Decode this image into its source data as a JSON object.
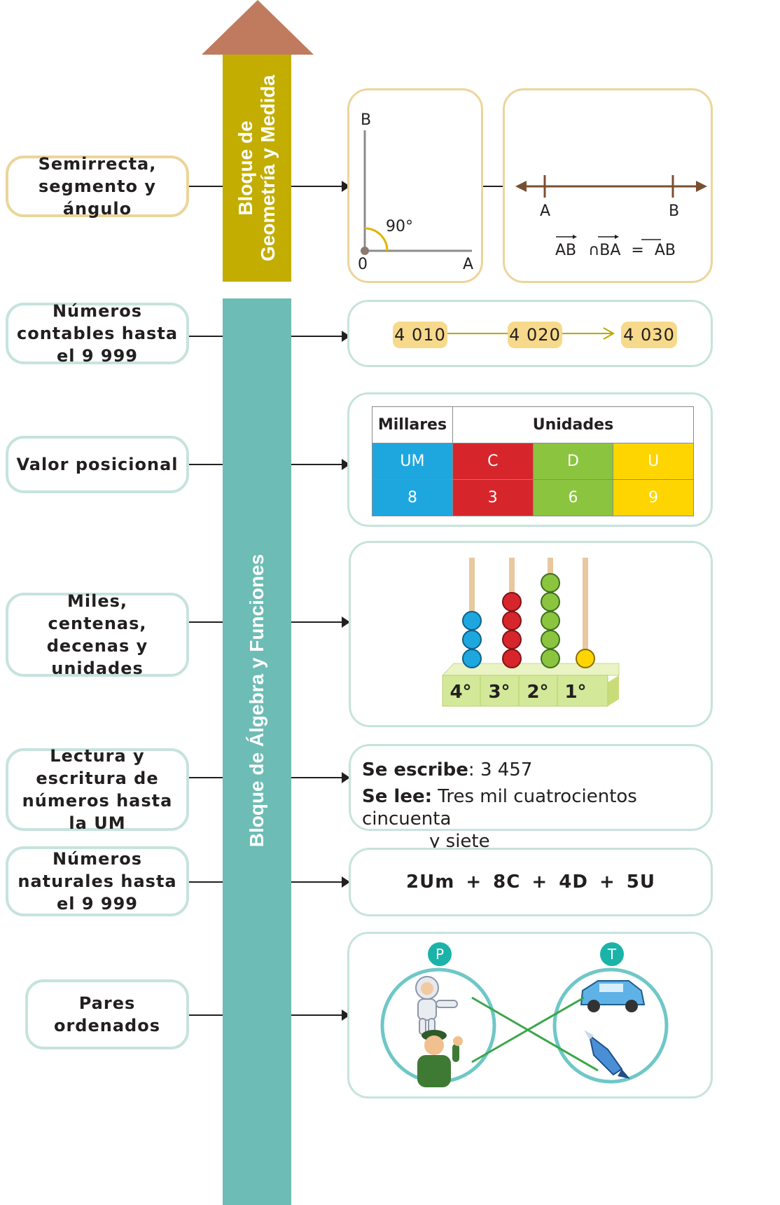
{
  "blocks": {
    "geometry_label_line1": "Bloque de",
    "geometry_label_line2": "Geometría y Medida",
    "algebra_label": "Bloque de Álgebra y Funciones"
  },
  "concepts": {
    "semirrecta": "Semirrecta, segmento y ángulo",
    "contables": "Números contables hasta el 9 999",
    "posicional": "Valor posicional",
    "miles": "Miles, centenas, decenas y unidades",
    "lectura": "Lectura y escritura de números hasta la UM",
    "naturales": "Números naturales hasta el 9 999",
    "pares": "Pares ordenados"
  },
  "angle_panel": {
    "b": "B",
    "o": "0",
    "a": "A",
    "angle": "90°"
  },
  "ray_panel": {
    "a": "A",
    "b": "B",
    "formula_ab": "AB",
    "formula_cap": "∩",
    "formula_ba": "BA",
    "formula_eq": "=",
    "formula_result": "AB"
  },
  "sequence": [
    "4 010",
    "4 020",
    "4 030"
  ],
  "place_table": {
    "header_millares": "Millares",
    "header_unidades": "Unidades",
    "symbols": [
      "UM",
      "C",
      "D",
      "U"
    ],
    "digits": [
      "8",
      "3",
      "6",
      "9"
    ]
  },
  "abacus": {
    "labels": [
      "4°",
      "3°",
      "2°",
      "1°"
    ],
    "bead_counts": [
      3,
      4,
      5,
      1
    ]
  },
  "reading": {
    "write_label": "Se escribe",
    "write_value": "3 457",
    "read_label": "Se lee:",
    "read_value_1": "Tres mil cuatrocientos cincuenta",
    "read_value_2": "y siete"
  },
  "decomposition": "2Um + 8C + 4D + 5U",
  "pairs": {
    "set_p": "P",
    "set_t": "T"
  },
  "colors": {
    "geometry_bar": "#c2ad00",
    "arrow_tip": "#c07b5f",
    "algebra_bar": "#6dbcb5",
    "gold_border": "#ecd59a",
    "teal_border": "#c6e3dd",
    "um": "#1ea7df",
    "c": "#d6262c",
    "d": "#8bc43f",
    "u": "#ffd500"
  }
}
